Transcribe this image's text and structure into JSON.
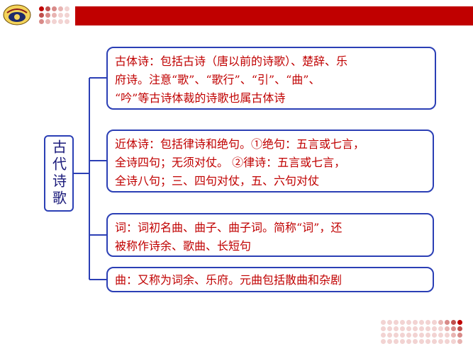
{
  "colors": {
    "header_red": "#c00000",
    "node_border": "#2b3fb5",
    "node_text": "#c00000",
    "root_text": "#1a1a7a",
    "dot_colors": [
      "#c00000",
      "#c0504d",
      "#d88a88",
      "#e8b4b2",
      "#f2d3d2"
    ]
  },
  "logo": {
    "icon": "school-logo-icon"
  },
  "root": {
    "label": "古代诗歌"
  },
  "nodes": [
    {
      "lines": [
        "古体诗：包括古诗（唐以前的诗歌）、楚辞、乐",
        "府诗。注意“歌”、“歌行”、“引”、“曲”、",
        "“吟”等古诗体裁的诗歌也属古体诗"
      ]
    },
    {
      "lines": [
        "近体诗：包括律诗和绝句。①绝句：五言或七言，",
        "全诗四句；无须对仗。 ②律诗：五言或七言，",
        "全诗八句；三、四句对仗，五、六句对仗"
      ]
    },
    {
      "lines": [
        "词：词初名曲、曲子、曲子词。简称“词”，还",
        "被称作诗余、歌曲、长短句"
      ]
    },
    {
      "lines": [
        "曲：又称为词余、乐府。元曲包括散曲和杂剧"
      ]
    }
  ]
}
